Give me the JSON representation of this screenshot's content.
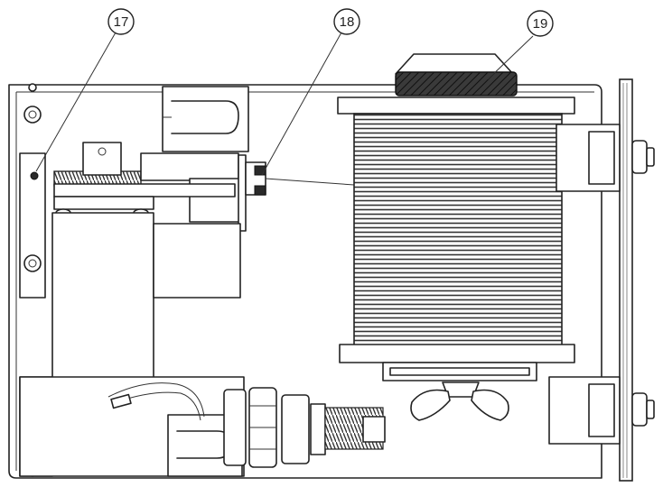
{
  "callouts": [
    {
      "id": "17",
      "label": "17"
    },
    {
      "id": "18",
      "label": "18"
    },
    {
      "id": "19",
      "label": "19"
    }
  ],
  "colors": {
    "line": "#222222",
    "background": "#ffffff"
  }
}
